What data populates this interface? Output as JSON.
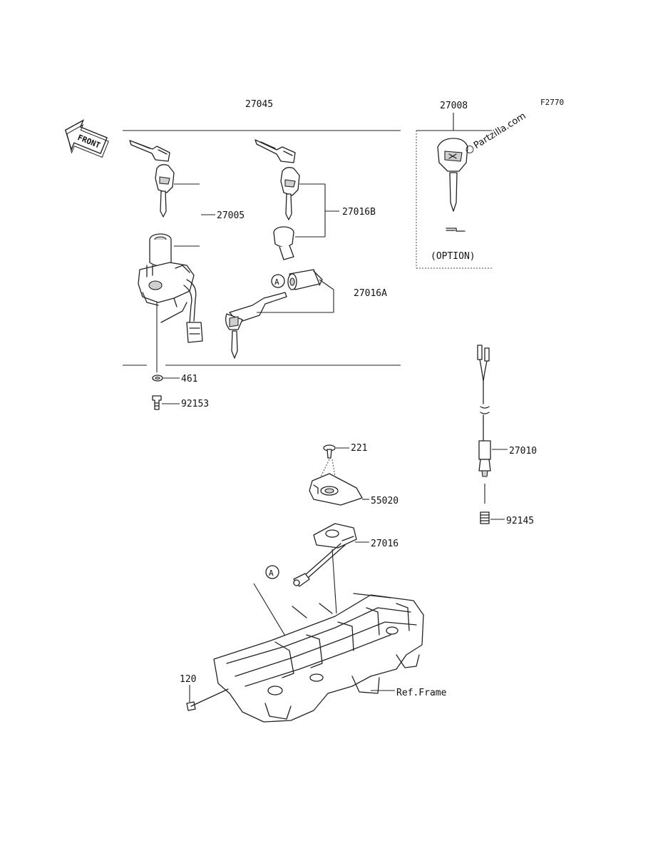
{
  "figure_code": "F2770",
  "watermark": "Partzilla.com",
  "front_label": "FRONT",
  "option_label": "(OPTION)",
  "ref_marker": "A",
  "parts": {
    "p27045": "27045",
    "p27008": "27008",
    "p27005": "27005",
    "p27016b": "27016B",
    "p27016a": "27016A",
    "p461": "461",
    "p92153": "92153",
    "p221": "221",
    "p55020": "55020",
    "p27016": "27016",
    "p27010": "27010",
    "p92145": "92145",
    "p120": "120",
    "ref_frame": "Ref.Frame"
  }
}
